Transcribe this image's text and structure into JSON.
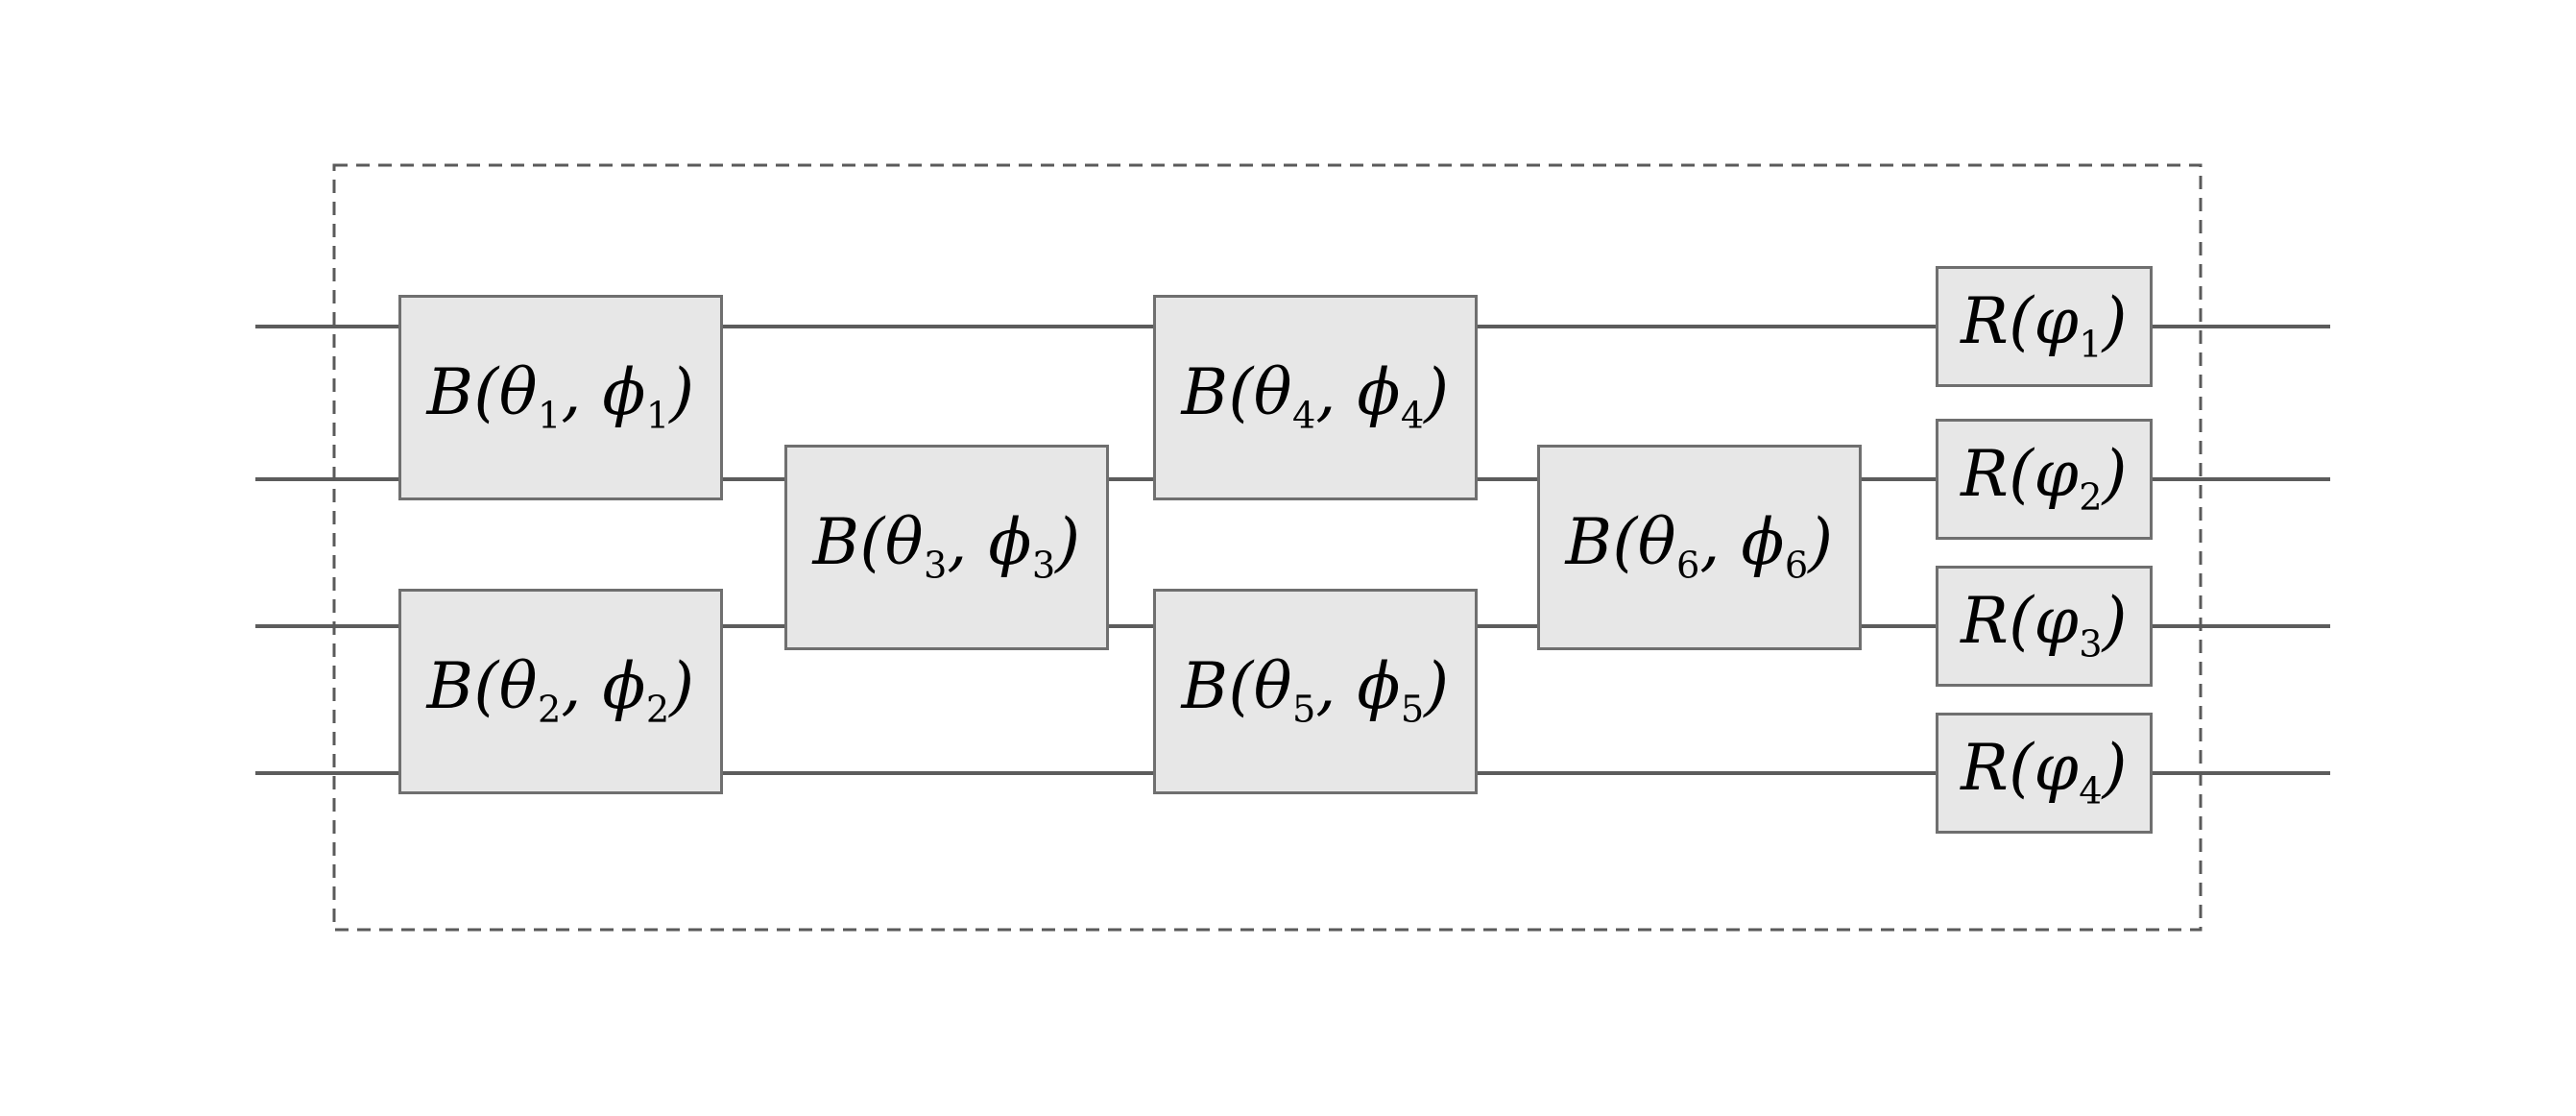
{
  "figure": {
    "type": "quantum-photonic-interferometer-circuit",
    "wire_count": 4,
    "boundary": "dashed-rectangle",
    "colors": {
      "background": "#ffffff",
      "gate_fill": "#e7e7e7",
      "gate_border": "#6f6f6f",
      "wire": "#5c5c5c",
      "boundary": "#5a5a5a",
      "text": "#000000"
    }
  },
  "gates": {
    "b": [
      {
        "pre": "B(θ",
        "sub_theta": "1",
        "mid": ", ϕ",
        "sub_phi": "1",
        "post": ")",
        "wires": [
          1,
          2
        ]
      },
      {
        "pre": "B(θ",
        "sub_theta": "2",
        "mid": ", ϕ",
        "sub_phi": "2",
        "post": ")",
        "wires": [
          3,
          4
        ]
      },
      {
        "pre": "B(θ",
        "sub_theta": "3",
        "mid": ", ϕ",
        "sub_phi": "3",
        "post": ")",
        "wires": [
          2,
          3
        ]
      },
      {
        "pre": "B(θ",
        "sub_theta": "4",
        "mid": ", ϕ",
        "sub_phi": "4",
        "post": ")",
        "wires": [
          1,
          2
        ]
      },
      {
        "pre": "B(θ",
        "sub_theta": "5",
        "mid": ", ϕ",
        "sub_phi": "5",
        "post": ")",
        "wires": [
          3,
          4
        ]
      },
      {
        "pre": "B(θ",
        "sub_theta": "6",
        "mid": ", ϕ",
        "sub_phi": "6",
        "post": ")",
        "wires": [
          2,
          3
        ]
      }
    ],
    "r": [
      {
        "pre": "R(φ",
        "sub": "1",
        "post": ")",
        "wire": 1
      },
      {
        "pre": "R(φ",
        "sub": "2",
        "post": ")",
        "wire": 2
      },
      {
        "pre": "R(φ",
        "sub": "3",
        "post": ")",
        "wire": 3
      },
      {
        "pre": "R(φ",
        "sub": "4",
        "post": ")",
        "wire": 4
      }
    ]
  }
}
